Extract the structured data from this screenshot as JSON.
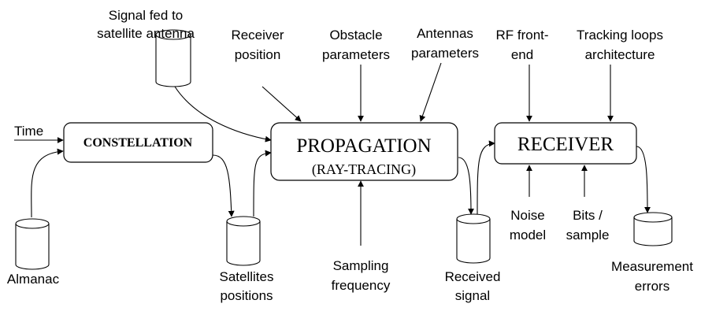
{
  "blocks": {
    "constellation": "CONSTELLATION",
    "propagation": "PROPAGATION",
    "ray_tracing": "(RAY-TRACING)",
    "receiver": "RECEIVER"
  },
  "inputs": {
    "signal_fed": [
      "Signal fed to",
      "satellite antenna"
    ],
    "receiver_position": [
      "Receiver",
      "position"
    ],
    "obstacle_parameters": [
      "Obstacle",
      "parameters"
    ],
    "antennas_parameters": [
      "Antennas",
      "parameters"
    ],
    "rf_front_end": [
      "RF front-",
      "end"
    ],
    "tracking_loops": [
      "Tracking loops",
      "architecture"
    ],
    "time": "Time",
    "almanac": "Almanac",
    "sampling_frequency": [
      "Sampling",
      "frequency"
    ],
    "noise_model": [
      "Noise",
      "model"
    ],
    "bits_sample": [
      "Bits /",
      "sample"
    ]
  },
  "outputs": {
    "satellites_positions": [
      "Satellites",
      "positions"
    ],
    "received_signal": [
      "Received",
      "signal"
    ],
    "measurement_errors": [
      "Measurement",
      "errors"
    ]
  }
}
